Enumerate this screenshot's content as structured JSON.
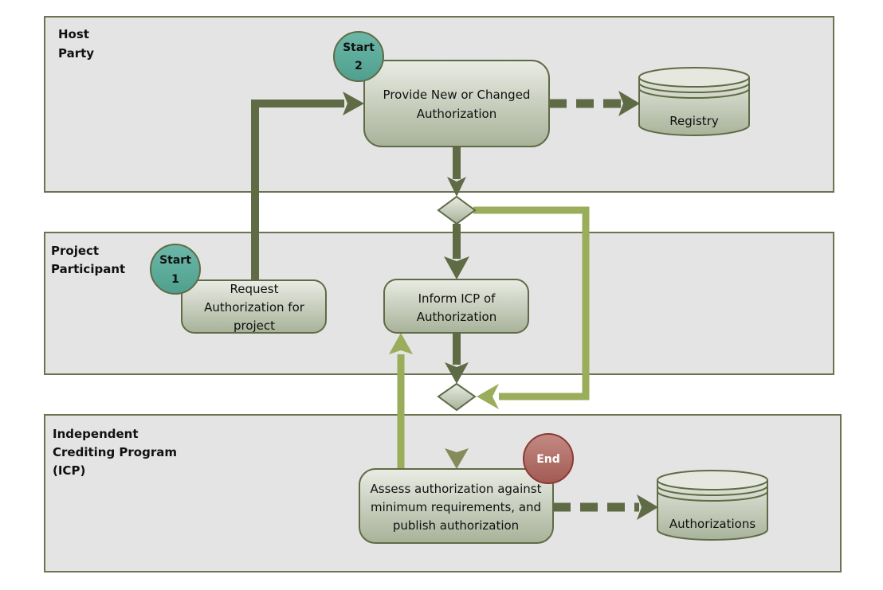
{
  "diagram": {
    "type": "swimlane-flowchart",
    "colors": {
      "lane_fill": "#e4e4e4",
      "lane_border": "#6b7350",
      "node_border": "#5f6b45",
      "node_fill_top": "#e8ebe3",
      "node_fill_bottom": "#a9b39a",
      "flow_dark": "#5f6b45",
      "flow_light": "#9aad5a",
      "flow_mid": "#7f8655",
      "start_fill": "#5fae9e",
      "end_fill": "#b06a64"
    },
    "lanes": [
      {
        "id": "host",
        "label_lines": [
          "Host",
          "Party"
        ]
      },
      {
        "id": "participant",
        "label_lines": [
          "Project",
          "Participant"
        ]
      },
      {
        "id": "icp",
        "label_lines": [
          "Independent",
          "Crediting Program",
          "(ICP)"
        ]
      }
    ],
    "nodes": {
      "provide": {
        "lines": [
          "Provide New or Changed",
          "Authorization"
        ]
      },
      "request": {
        "lines": [
          "Request",
          "Authorization for",
          "project"
        ]
      },
      "inform": {
        "lines": [
          "Inform ICP of",
          "Authorization"
        ]
      },
      "assess": {
        "lines": [
          "Assess authorization against",
          "minimum requirements, and",
          "publish authorization"
        ]
      }
    },
    "datastores": {
      "registry": {
        "label": "Registry"
      },
      "authorizations": {
        "label": "Authorizations"
      }
    },
    "events": {
      "start1": {
        "lines": [
          "Start",
          "1"
        ]
      },
      "start2": {
        "lines": [
          "Start",
          "2"
        ]
      },
      "end": {
        "label": "End"
      }
    },
    "gateways": [
      "decision-1",
      "decision-2"
    ],
    "edges": [
      {
        "from": "request",
        "to": "provide",
        "style": "solid-dark"
      },
      {
        "from": "provide",
        "to": "registry",
        "style": "dashed-dark"
      },
      {
        "from": "provide",
        "to": "decision-1",
        "style": "solid-dark"
      },
      {
        "from": "decision-1",
        "to": "inform",
        "style": "solid-dark"
      },
      {
        "from": "decision-1",
        "to": "decision-2",
        "style": "solid-light"
      },
      {
        "from": "inform",
        "to": "decision-2",
        "style": "solid-dark"
      },
      {
        "from": "decision-2",
        "to": "assess",
        "style": "solid-mid"
      },
      {
        "from": "assess",
        "to": "inform",
        "style": "solid-light"
      },
      {
        "from": "assess",
        "to": "authorizations",
        "style": "dashed-dark"
      }
    ]
  }
}
